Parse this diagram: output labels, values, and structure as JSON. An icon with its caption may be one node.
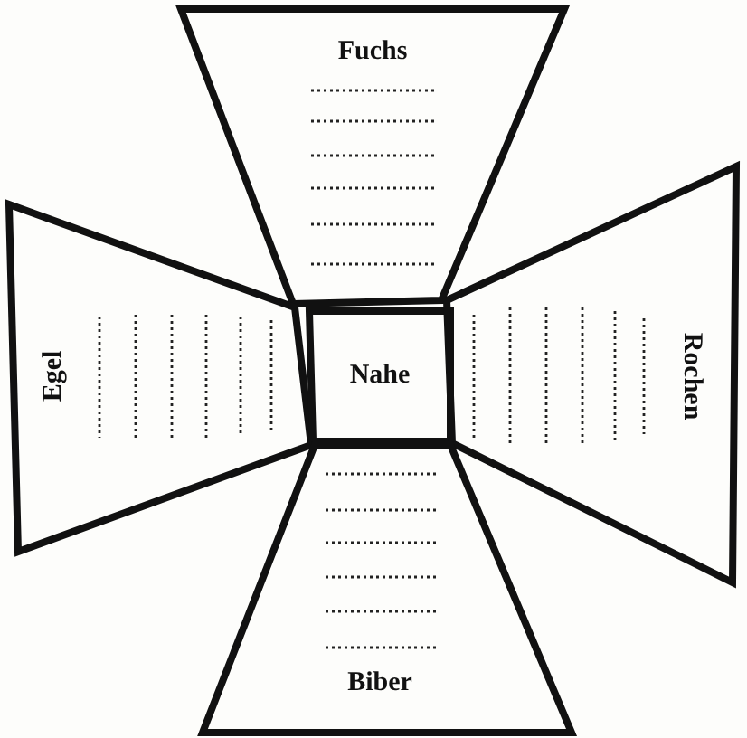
{
  "diagram": {
    "nodes": [
      {
        "text": [
          "Fuchs"
        ]
      },
      {
        "text": [
          "Egel"
        ]
      },
      {
        "text": [
          "Nahe"
        ]
      },
      {
        "text": [
          "Rochen"
        ]
      },
      {
        "text": [
          "Biber"
        ]
      }
    ]
  }
}
